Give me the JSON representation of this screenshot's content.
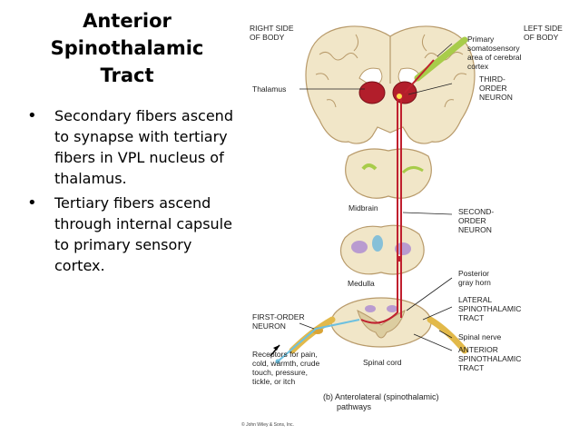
{
  "slide": {
    "title_lines": [
      "Anterior",
      "Spinothalamic",
      "Tract"
    ],
    "bullets": [
      "Secondary fibers ascend to synapse with tertiary fibers in VPL nucleus of thalamus.",
      "Tertiary fibers ascend through internal capsule to primary sensory cortex."
    ],
    "bullet_glyph": "•"
  },
  "figure": {
    "labels": {
      "right_side": [
        "RIGHT SIDE",
        "OF BODY"
      ],
      "left_side": [
        "LEFT SIDE",
        "OF BODY"
      ],
      "somatosensory": [
        "Primary",
        "somatosensory",
        "area of cerebral",
        "cortex"
      ],
      "thalamus": "Thalamus",
      "third_order": [
        "THIRD-",
        "ORDER",
        "NEURON"
      ],
      "midbrain": "Midbrain",
      "second_order": [
        "SECOND-",
        "ORDER",
        "NEURON"
      ],
      "medulla": "Medulla",
      "posterior_horn": [
        "Posterior",
        "gray horn"
      ],
      "lateral_tract": [
        "LATERAL",
        "SPINOTHALAMIC",
        "TRACT"
      ],
      "first_order": [
        "FIRST-ORDER",
        "NEURON"
      ],
      "spinal_nerve": "Spinal nerve",
      "anterior_tract": [
        "ANTERIOR",
        "SPINOTHALAMIC",
        "TRACT"
      ],
      "receptors": [
        "Receptors for pain,",
        "cold, warmth, crude",
        "touch, pressure,",
        "tickle, or itch"
      ],
      "spinal_cord": "Spinal cord",
      "caption": [
        "(b) Anterolateral (spinothalamic)",
        "pathways"
      ],
      "copyright": "© John Wiley & Sons, Inc."
    },
    "colors": {
      "pathway": "#c0202f",
      "primary_area": "#a8cc4a",
      "thalamus": "#b21e2b",
      "brain_tissue": "#f1e6c8",
      "gray_matter": "#dccda0",
      "nerve": "#e2b94a",
      "receptor": "#6cc0e0"
    }
  }
}
